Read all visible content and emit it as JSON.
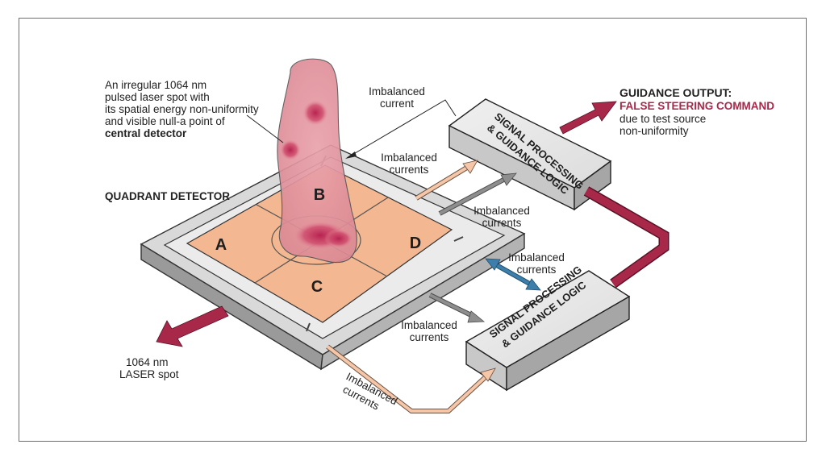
{
  "annotation_laser": {
    "line1": "An irregular 1064 nm",
    "line2": "pulsed laser spot with",
    "line3": "its spatial energy non-uniformity",
    "line4": "and visible null-a point of",
    "line5": "central detector"
  },
  "detector_title": "QUADRANT DETECTOR",
  "quadrants": {
    "a": "A",
    "b": "B",
    "c": "C",
    "d": "D"
  },
  "labels": {
    "imbalanced_current_top_1": "Imbalanced",
    "imbalanced_current_top_2": "current",
    "imbalanced_b_1": "Imbalanced",
    "imbalanced_b_2": "currents",
    "imbalanced_d_1": "Imbalanced",
    "imbalanced_d_2": "currents",
    "imbalanced_blue_1": "Imbalanced",
    "imbalanced_blue_2": "currents",
    "imbalanced_c_1": "Imbalanced",
    "imbalanced_c_2": "currents",
    "imbalanced_a_1": "Imbalanced",
    "imbalanced_a_2": "currents"
  },
  "laser_output": {
    "line1": "1064 nm",
    "line2": "LASER spot"
  },
  "signal_box_1": {
    "line1": "SIGNAL PROCESSING",
    "line2": "& GUIDANCE LOGIC"
  },
  "signal_box_2": {
    "line1": "SIGNAL PROCESSING",
    "line2": "& GUIDANCE LOGIC"
  },
  "guidance": {
    "title": "GUIDANCE OUTPUT:",
    "warning": "FALSE STEERING COMMAND",
    "line3": "due to test source",
    "line4": "non-uniformity"
  },
  "colors": {
    "accent_red": "#a8284a",
    "quadrant_fill": "#f3b791",
    "arrow_peach": "#f5c7a8",
    "arrow_gray": "#8e8e8e",
    "arrow_blue": "#3d7faa",
    "plume": "#e59aa3"
  }
}
